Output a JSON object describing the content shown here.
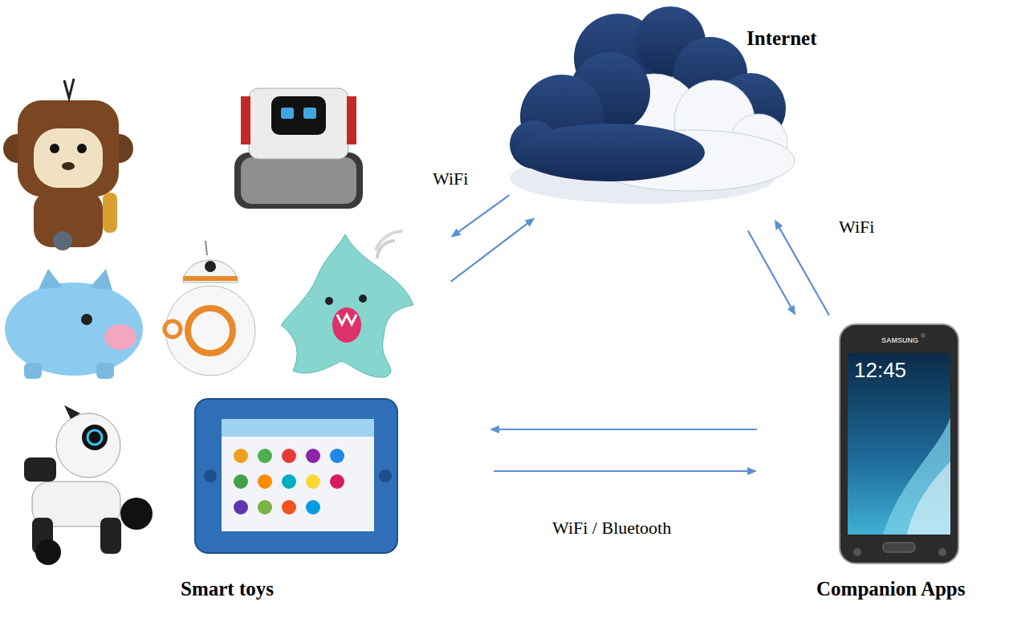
{
  "diagram": {
    "nodes": [
      {
        "text": [
          "Internet"
        ]
      },
      {
        "text": [
          "Smart toys"
        ]
      },
      {
        "text": [
          "Companion Apps"
        ]
      }
    ],
    "edges": [
      {
        "from": 0,
        "to": 1,
        "arrow": "to",
        "label": "WiFi"
      },
      {
        "from": 1,
        "to": 0,
        "arrow": "to"
      },
      {
        "from": 0,
        "to": 2,
        "arrow": "to"
      },
      {
        "from": 2,
        "to": 0,
        "arrow": "to",
        "label": "WiFi"
      },
      {
        "from": 2,
        "to": 1,
        "arrow": "to"
      },
      {
        "from": 1,
        "to": 2,
        "arrow": "to",
        "label": "WiFi / Bluetooth"
      }
    ],
    "labels": [
      "SAMSUNG",
      "12:45"
    ]
  }
}
